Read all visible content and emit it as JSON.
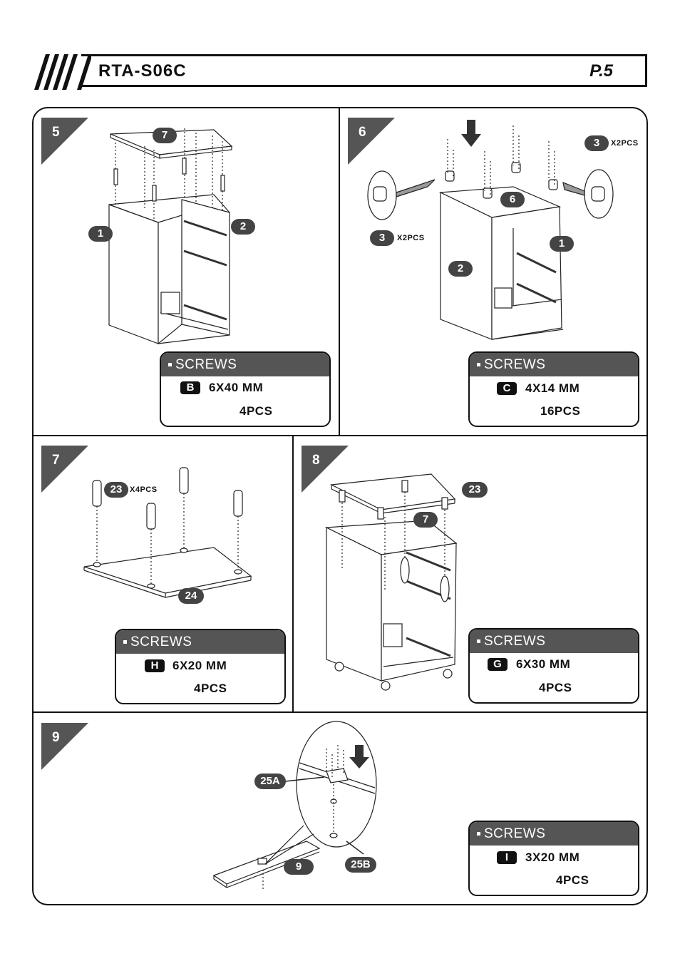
{
  "header": {
    "model": "RTA-S06C",
    "page": "P.5"
  },
  "steps": [
    {
      "number": "5",
      "parts": [
        "7",
        "1",
        "2"
      ],
      "screws": {
        "title": "SCREWS",
        "letter": "B",
        "size": "6X40 MM",
        "qty": "4PCS"
      }
    },
    {
      "number": "6",
      "parts": [
        "6",
        "1",
        "2",
        "3",
        "3"
      ],
      "caster_qty_left": "X2PCS",
      "caster_qty_right": "X2PCS",
      "screws": {
        "title": "SCREWS",
        "letter": "C",
        "size": "4X14 MM",
        "qty": "16PCS"
      }
    },
    {
      "number": "7",
      "parts": [
        "23",
        "24"
      ],
      "leg_qty": "X4PCS",
      "screws": {
        "title": "SCREWS",
        "letter": "H",
        "size": "6X20 MM",
        "qty": "4PCS"
      }
    },
    {
      "number": "8",
      "parts": [
        "23",
        "7"
      ],
      "screws": {
        "title": "SCREWS",
        "letter": "G",
        "size": "6X30 MM",
        "qty": "4PCS"
      }
    },
    {
      "number": "9",
      "parts": [
        "25A",
        "25B",
        "9"
      ],
      "screws": {
        "title": "SCREWS",
        "letter": "I",
        "size": "3X20 MM",
        "qty": "4PCS"
      }
    }
  ]
}
